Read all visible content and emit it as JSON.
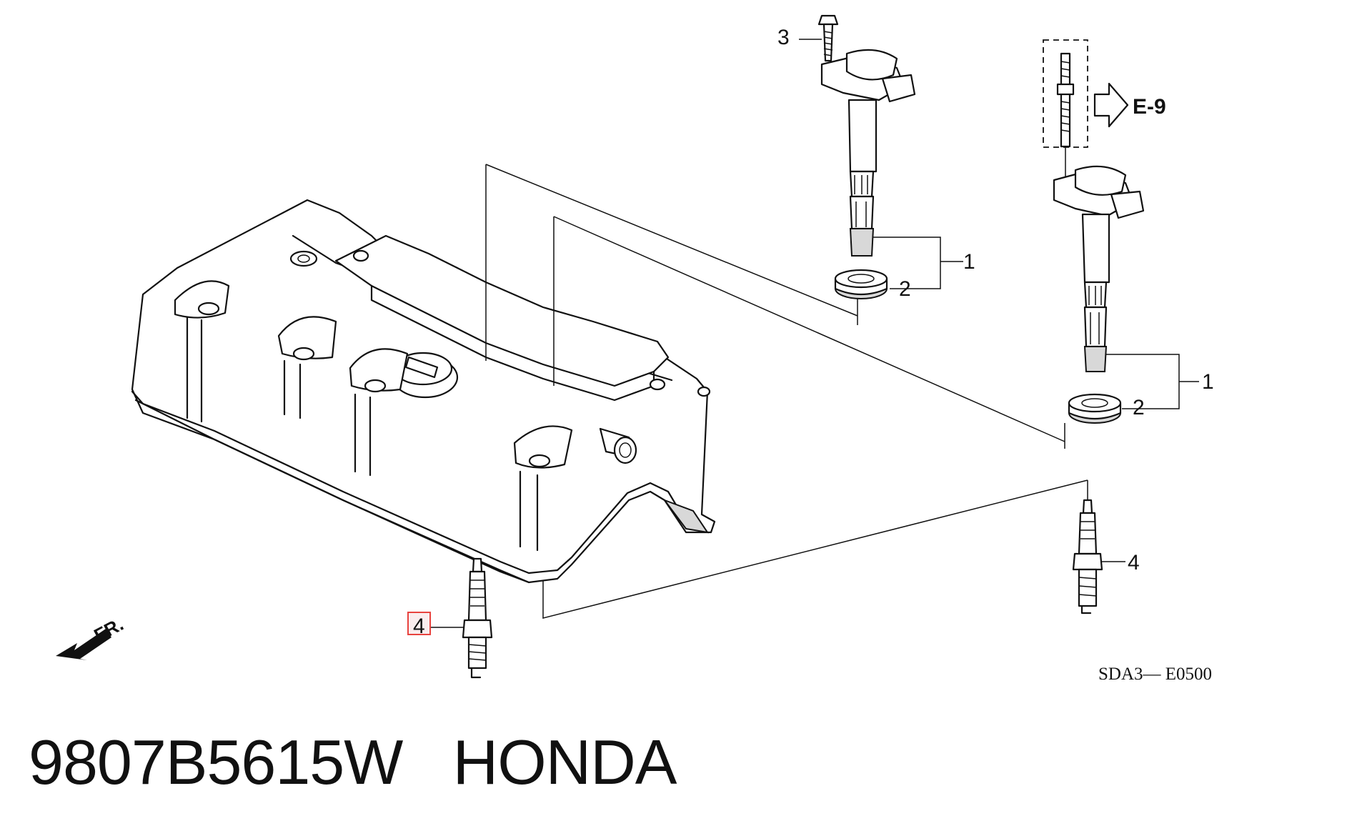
{
  "diagram": {
    "callouts": {
      "coil_a": "1",
      "seal_a": "2",
      "bolt": "3",
      "coil_b": "1",
      "seal_b": "2",
      "plug_a": "4",
      "plug_b": "4"
    },
    "reference_label": "E-9",
    "front_marker_label": "FR.",
    "diagram_code": "SDA3— E0500",
    "highlight_color": "#e8433f"
  },
  "caption": {
    "part_number": "9807B5615W",
    "brand": "HONDA"
  }
}
